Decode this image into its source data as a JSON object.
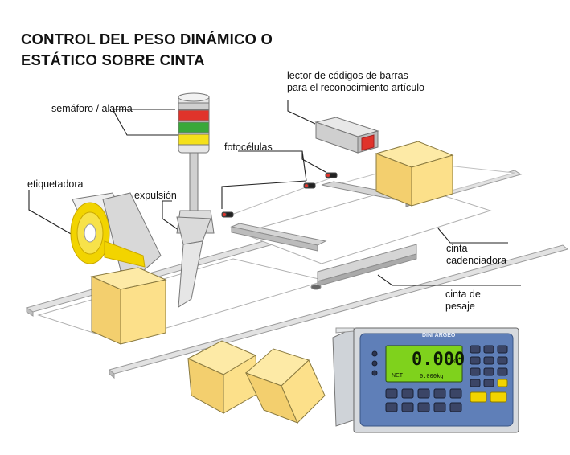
{
  "title": {
    "line1": "CONTROL DEL PESO DINÁMICO O",
    "line2": "ESTÁTICO SOBRE CINTA"
  },
  "labels": {
    "barcode_line1": "lector de códigos de barras",
    "barcode_line2": "para el reconocimiento artículo",
    "semaforo": "semáforo / alarma",
    "fotocelulas": "fotocélulas",
    "etiquetadora": "etiquetadora",
    "expulsion": "expulsión",
    "cinta_cadenciadora_line1": "cinta",
    "cinta_cadenciadora_line2": "cadenciadora",
    "cinta_pesaje_line1": "cinta de",
    "cinta_pesaje_line2": "pesaje"
  },
  "indicator": {
    "brand": "DINI ARGEO",
    "display_value": "0.000",
    "display_unit": "kg",
    "net_label": "NET",
    "sub_value": "0.000kg"
  },
  "colors": {
    "box": "#fce08a",
    "box_side": "#f3cf6e",
    "label_roll": "#f2d400",
    "lamp_red": "#e0332b",
    "lamp_green": "#3aa83a",
    "lamp_yellow": "#f4e01a",
    "display_green": "#7fd21c",
    "panel_blue": "#5f7fb8"
  }
}
